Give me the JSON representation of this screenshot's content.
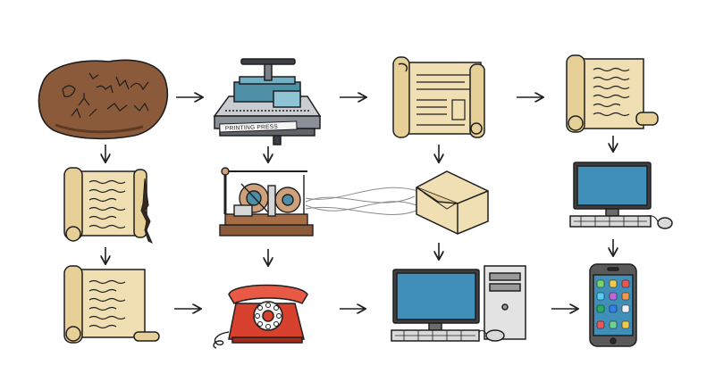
{
  "diagram": {
    "nodes": [
      {
        "id": "cave-rock",
        "icon": "cave-painting-rock-icon"
      },
      {
        "id": "printing-press",
        "icon": "printing-press-icon",
        "label": "PRINTING PRESS"
      },
      {
        "id": "scroll-document",
        "icon": "scroll-document-icon"
      },
      {
        "id": "scroll-wavy",
        "icon": "scroll-icon"
      },
      {
        "id": "scroll-tassel",
        "icon": "scroll-with-tassel-icon"
      },
      {
        "id": "telegraph",
        "icon": "telegraph-machine-icon"
      },
      {
        "id": "envelope",
        "icon": "envelope-box-icon"
      },
      {
        "id": "monitor",
        "icon": "computer-monitor-icon"
      },
      {
        "id": "scroll-bottom",
        "icon": "scroll-icon"
      },
      {
        "id": "telephone",
        "icon": "rotary-telephone-icon"
      },
      {
        "id": "desktop",
        "icon": "desktop-computer-icon"
      },
      {
        "id": "smartphone",
        "icon": "smartphone-icon"
      }
    ],
    "edges": [
      {
        "from": "cave-rock",
        "to": "printing-press"
      },
      {
        "from": "printing-press",
        "to": "scroll-document"
      },
      {
        "from": "scroll-document",
        "to": "scroll-wavy"
      },
      {
        "from": "cave-rock",
        "to": "scroll-tassel"
      },
      {
        "from": "printing-press",
        "to": "telegraph"
      },
      {
        "from": "scroll-document",
        "to": "envelope"
      },
      {
        "from": "scroll-wavy",
        "to": "monitor"
      },
      {
        "from": "scroll-tassel",
        "to": "scroll-bottom"
      },
      {
        "from": "telegraph",
        "to": "telephone"
      },
      {
        "from": "envelope",
        "to": "desktop"
      },
      {
        "from": "monitor",
        "to": "smartphone"
      },
      {
        "from": "scroll-bottom",
        "to": "telephone"
      },
      {
        "from": "telephone",
        "to": "desktop"
      },
      {
        "from": "desktop",
        "to": "smartphone"
      }
    ],
    "colors": {
      "outline": "#1f1f1f",
      "parchment": "#f1dfb4",
      "rock": "#8a5a3a",
      "screen": "#3f8fb8",
      "phone_red": "#d8412e",
      "press_teal": "#4f8fa6"
    }
  }
}
